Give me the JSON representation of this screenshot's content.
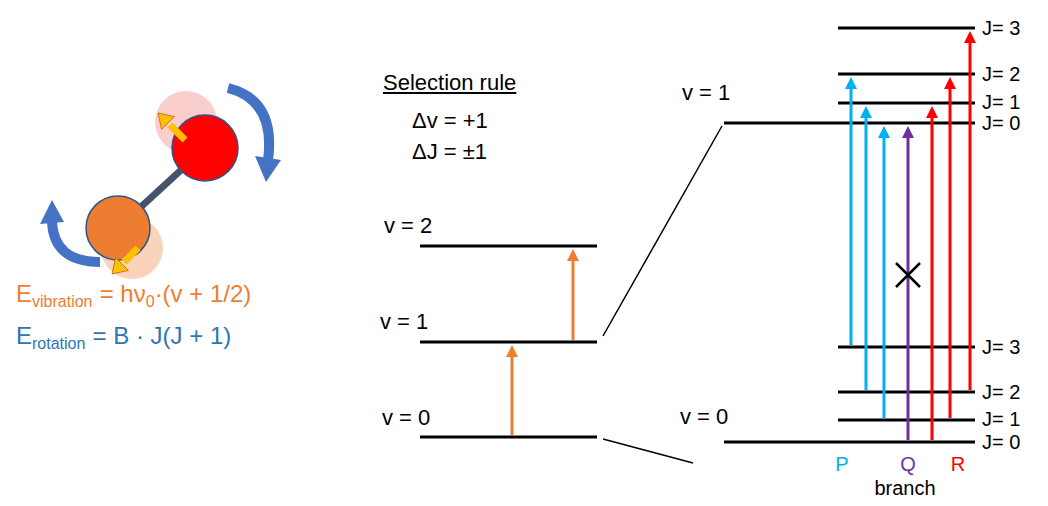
{
  "diagram": {
    "labels": [
      "E",
      "vibration",
      "= hν",
      "0",
      "·(v + 1/2)",
      "E",
      "rotation",
      "= B · J(J + 1)",
      "Selection rule",
      "Δv = +1",
      "ΔJ = ±1",
      "v = 2",
      "v = 1",
      "v = 0",
      "v = 1",
      "J= 3",
      "J= 2",
      "J= 1",
      "J= 0",
      "J= 3",
      "J= 2",
      "J= 1",
      "v = 0",
      "J= 0",
      "P",
      "Q",
      "R",
      "branch"
    ]
  }
}
